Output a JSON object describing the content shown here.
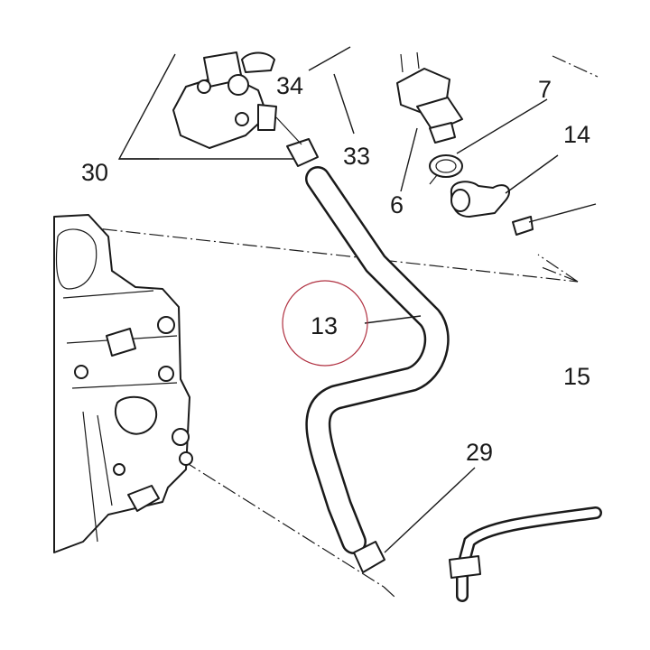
{
  "callouts": {
    "c30": "30",
    "c34": "34",
    "c33": "33",
    "c6": "6",
    "c7": "7",
    "c14": "14",
    "c13": "13",
    "c15": "15",
    "c29": "29"
  },
  "highlight_circle_color": "#b03040",
  "line_color": "#1a1a1a"
}
